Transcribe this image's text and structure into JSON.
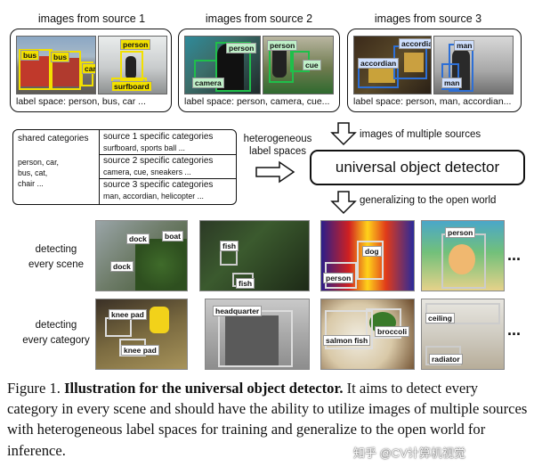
{
  "sources": [
    {
      "title": "images from source 1",
      "label_space": "label space: person, bus, car ...",
      "thumb1_tags": [
        "bus",
        "bus",
        "car"
      ],
      "thumb2_tags": [
        "person",
        "surfboard"
      ]
    },
    {
      "title": "images from source 2",
      "label_space": "label space: person, camera, cue...",
      "thumb1_tags": [
        "person",
        "camera"
      ],
      "thumb2_tags": [
        "person",
        "cue"
      ]
    },
    {
      "title": "images from source 3",
      "label_space": "label space: person, man, accordian...",
      "thumb1_tags": [
        "accordian",
        "accordian"
      ],
      "thumb2_tags": [
        "man",
        "man"
      ]
    }
  ],
  "categories_table": {
    "shared_title": "shared categories",
    "shared_items": [
      "person, car,",
      "bus, cat,",
      "chair ..."
    ],
    "rows": [
      {
        "title": "source 1 specific categories",
        "items": "surfboard, sports ball ..."
      },
      {
        "title": "source 2 specific categories",
        "items": "camera, cue, sneakers ..."
      },
      {
        "title": "source 3 specific categories",
        "items": "man, accordian, helicopter ..."
      }
    ]
  },
  "hetero_label": [
    "heterogeneous",
    "label spaces"
  ],
  "multi_sources_label": "images of multiple sources",
  "detector_label": "universal object detector",
  "open_world_label": "generalizing to the open world",
  "row1_label": [
    "detecting",
    "every scene"
  ],
  "row2_label": [
    "detecting",
    "every category"
  ],
  "row1_tags": {
    "img1": [
      "dock",
      "boat",
      "dock"
    ],
    "img2": [
      "fish",
      "fish"
    ],
    "img3": [
      "dog",
      "person"
    ],
    "img4": [
      "person"
    ]
  },
  "row2_tags": {
    "img1": [
      "knee pad",
      "knee pad"
    ],
    "img2": [
      "headquarter"
    ],
    "img3": [
      "broccoli",
      "salmon fish"
    ],
    "img4": [
      "ceiling",
      "radiator"
    ]
  },
  "ellipsis": "...",
  "caption": {
    "prefix": "Figure 1.",
    "bold": "Illustration for the universal object detector.",
    "rest": "It aims to detect every category in every scene and should have the ability to utilize images of multiple sources with heterogeneous label spaces for training and generalize to the open world for inference."
  },
  "watermark": "知乎 @CV计算机视觉",
  "colors": {
    "yellow_box": "#f2e000",
    "green_box": "#1fbf4a",
    "blue_box": "#2d6fd6",
    "gray_box": "#bbbbbb"
  }
}
